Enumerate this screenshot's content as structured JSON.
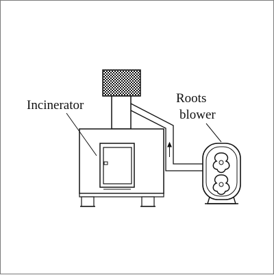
{
  "labels": {
    "incinerator": "Incinerator",
    "roots_line1": "Roots",
    "roots_line2": "blower"
  }
}
